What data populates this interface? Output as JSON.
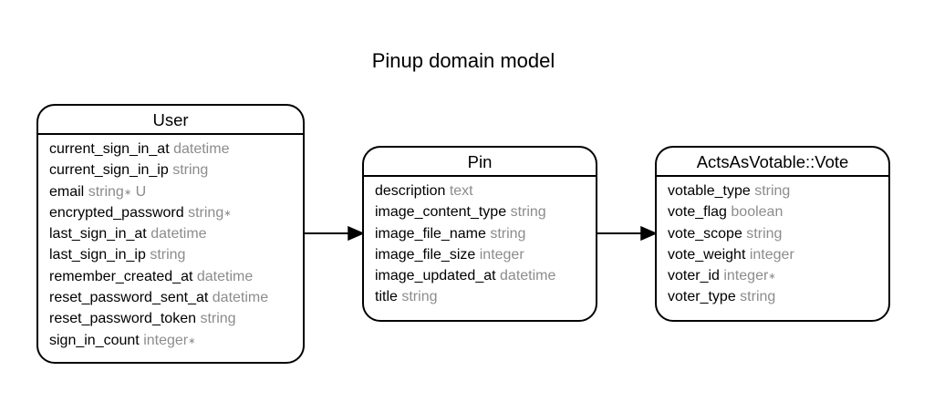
{
  "title": "Pinup domain model",
  "entities": {
    "user": {
      "name": "User",
      "attributes": [
        {
          "name": "current_sign_in_at",
          "type": "datetime",
          "flag": "",
          "extra": ""
        },
        {
          "name": "current_sign_in_ip",
          "type": "string",
          "flag": "",
          "extra": ""
        },
        {
          "name": "email",
          "type": "string",
          "flag": "∗",
          "extra": "U"
        },
        {
          "name": "encrypted_password",
          "type": "string",
          "flag": "∗",
          "extra": ""
        },
        {
          "name": "last_sign_in_at",
          "type": "datetime",
          "flag": "",
          "extra": ""
        },
        {
          "name": "last_sign_in_ip",
          "type": "string",
          "flag": "",
          "extra": ""
        },
        {
          "name": "remember_created_at",
          "type": "datetime",
          "flag": "",
          "extra": ""
        },
        {
          "name": "reset_password_sent_at",
          "type": "datetime",
          "flag": "",
          "extra": ""
        },
        {
          "name": "reset_password_token",
          "type": "string",
          "flag": "",
          "extra": ""
        },
        {
          "name": "sign_in_count",
          "type": "integer",
          "flag": "∗",
          "extra": ""
        }
      ]
    },
    "pin": {
      "name": "Pin",
      "attributes": [
        {
          "name": "description",
          "type": "text",
          "flag": "",
          "extra": ""
        },
        {
          "name": "image_content_type",
          "type": "string",
          "flag": "",
          "extra": ""
        },
        {
          "name": "image_file_name",
          "type": "string",
          "flag": "",
          "extra": ""
        },
        {
          "name": "image_file_size",
          "type": "integer",
          "flag": "",
          "extra": ""
        },
        {
          "name": "image_updated_at",
          "type": "datetime",
          "flag": "",
          "extra": ""
        },
        {
          "name": "title",
          "type": "string",
          "flag": "",
          "extra": ""
        }
      ]
    },
    "vote": {
      "name": "ActsAsVotable::Vote",
      "attributes": [
        {
          "name": "votable_type",
          "type": "string",
          "flag": "",
          "extra": ""
        },
        {
          "name": "vote_flag",
          "type": "boolean",
          "flag": "",
          "extra": ""
        },
        {
          "name": "vote_scope",
          "type": "string",
          "flag": "",
          "extra": ""
        },
        {
          "name": "vote_weight",
          "type": "integer",
          "flag": "",
          "extra": ""
        },
        {
          "name": "voter_id",
          "type": "integer",
          "flag": "∗",
          "extra": ""
        },
        {
          "name": "voter_type",
          "type": "string",
          "flag": "",
          "extra": ""
        }
      ]
    }
  },
  "relationships": [
    {
      "from": "User",
      "to": "Pin"
    },
    {
      "from": "Pin",
      "to": "ActsAsVotable::Vote"
    }
  ]
}
